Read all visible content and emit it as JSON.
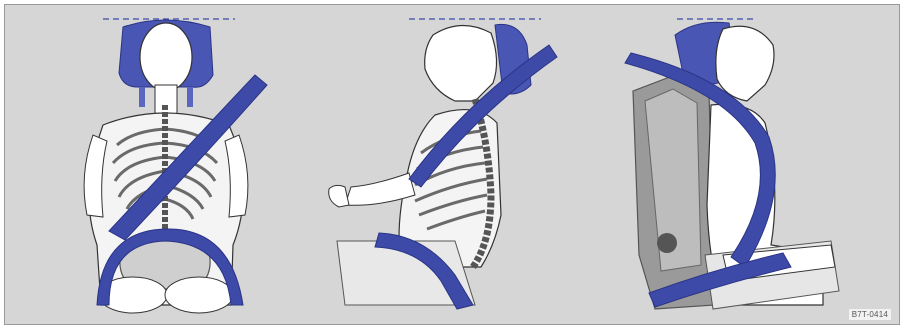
{
  "figure": {
    "image_code": "B7T-0414",
    "panels": [
      {
        "view": "front",
        "description_icon": "seated-occupant-front-view-with-belt"
      },
      {
        "view": "side-skeleton",
        "description_icon": "seated-occupant-side-skeleton-with-belt"
      },
      {
        "view": "side-seat",
        "description_icon": "seated-occupant-in-seat-side-view-with-belt"
      }
    ]
  },
  "colors": {
    "background": "#d6d6d6",
    "belt": "#3d4aa8",
    "belt_dark": "#2a3486",
    "headrest": "#4a56b4",
    "body_outline": "#333333",
    "bone": "#6a6a6a",
    "seat_gray": "#8a8a8a"
  }
}
